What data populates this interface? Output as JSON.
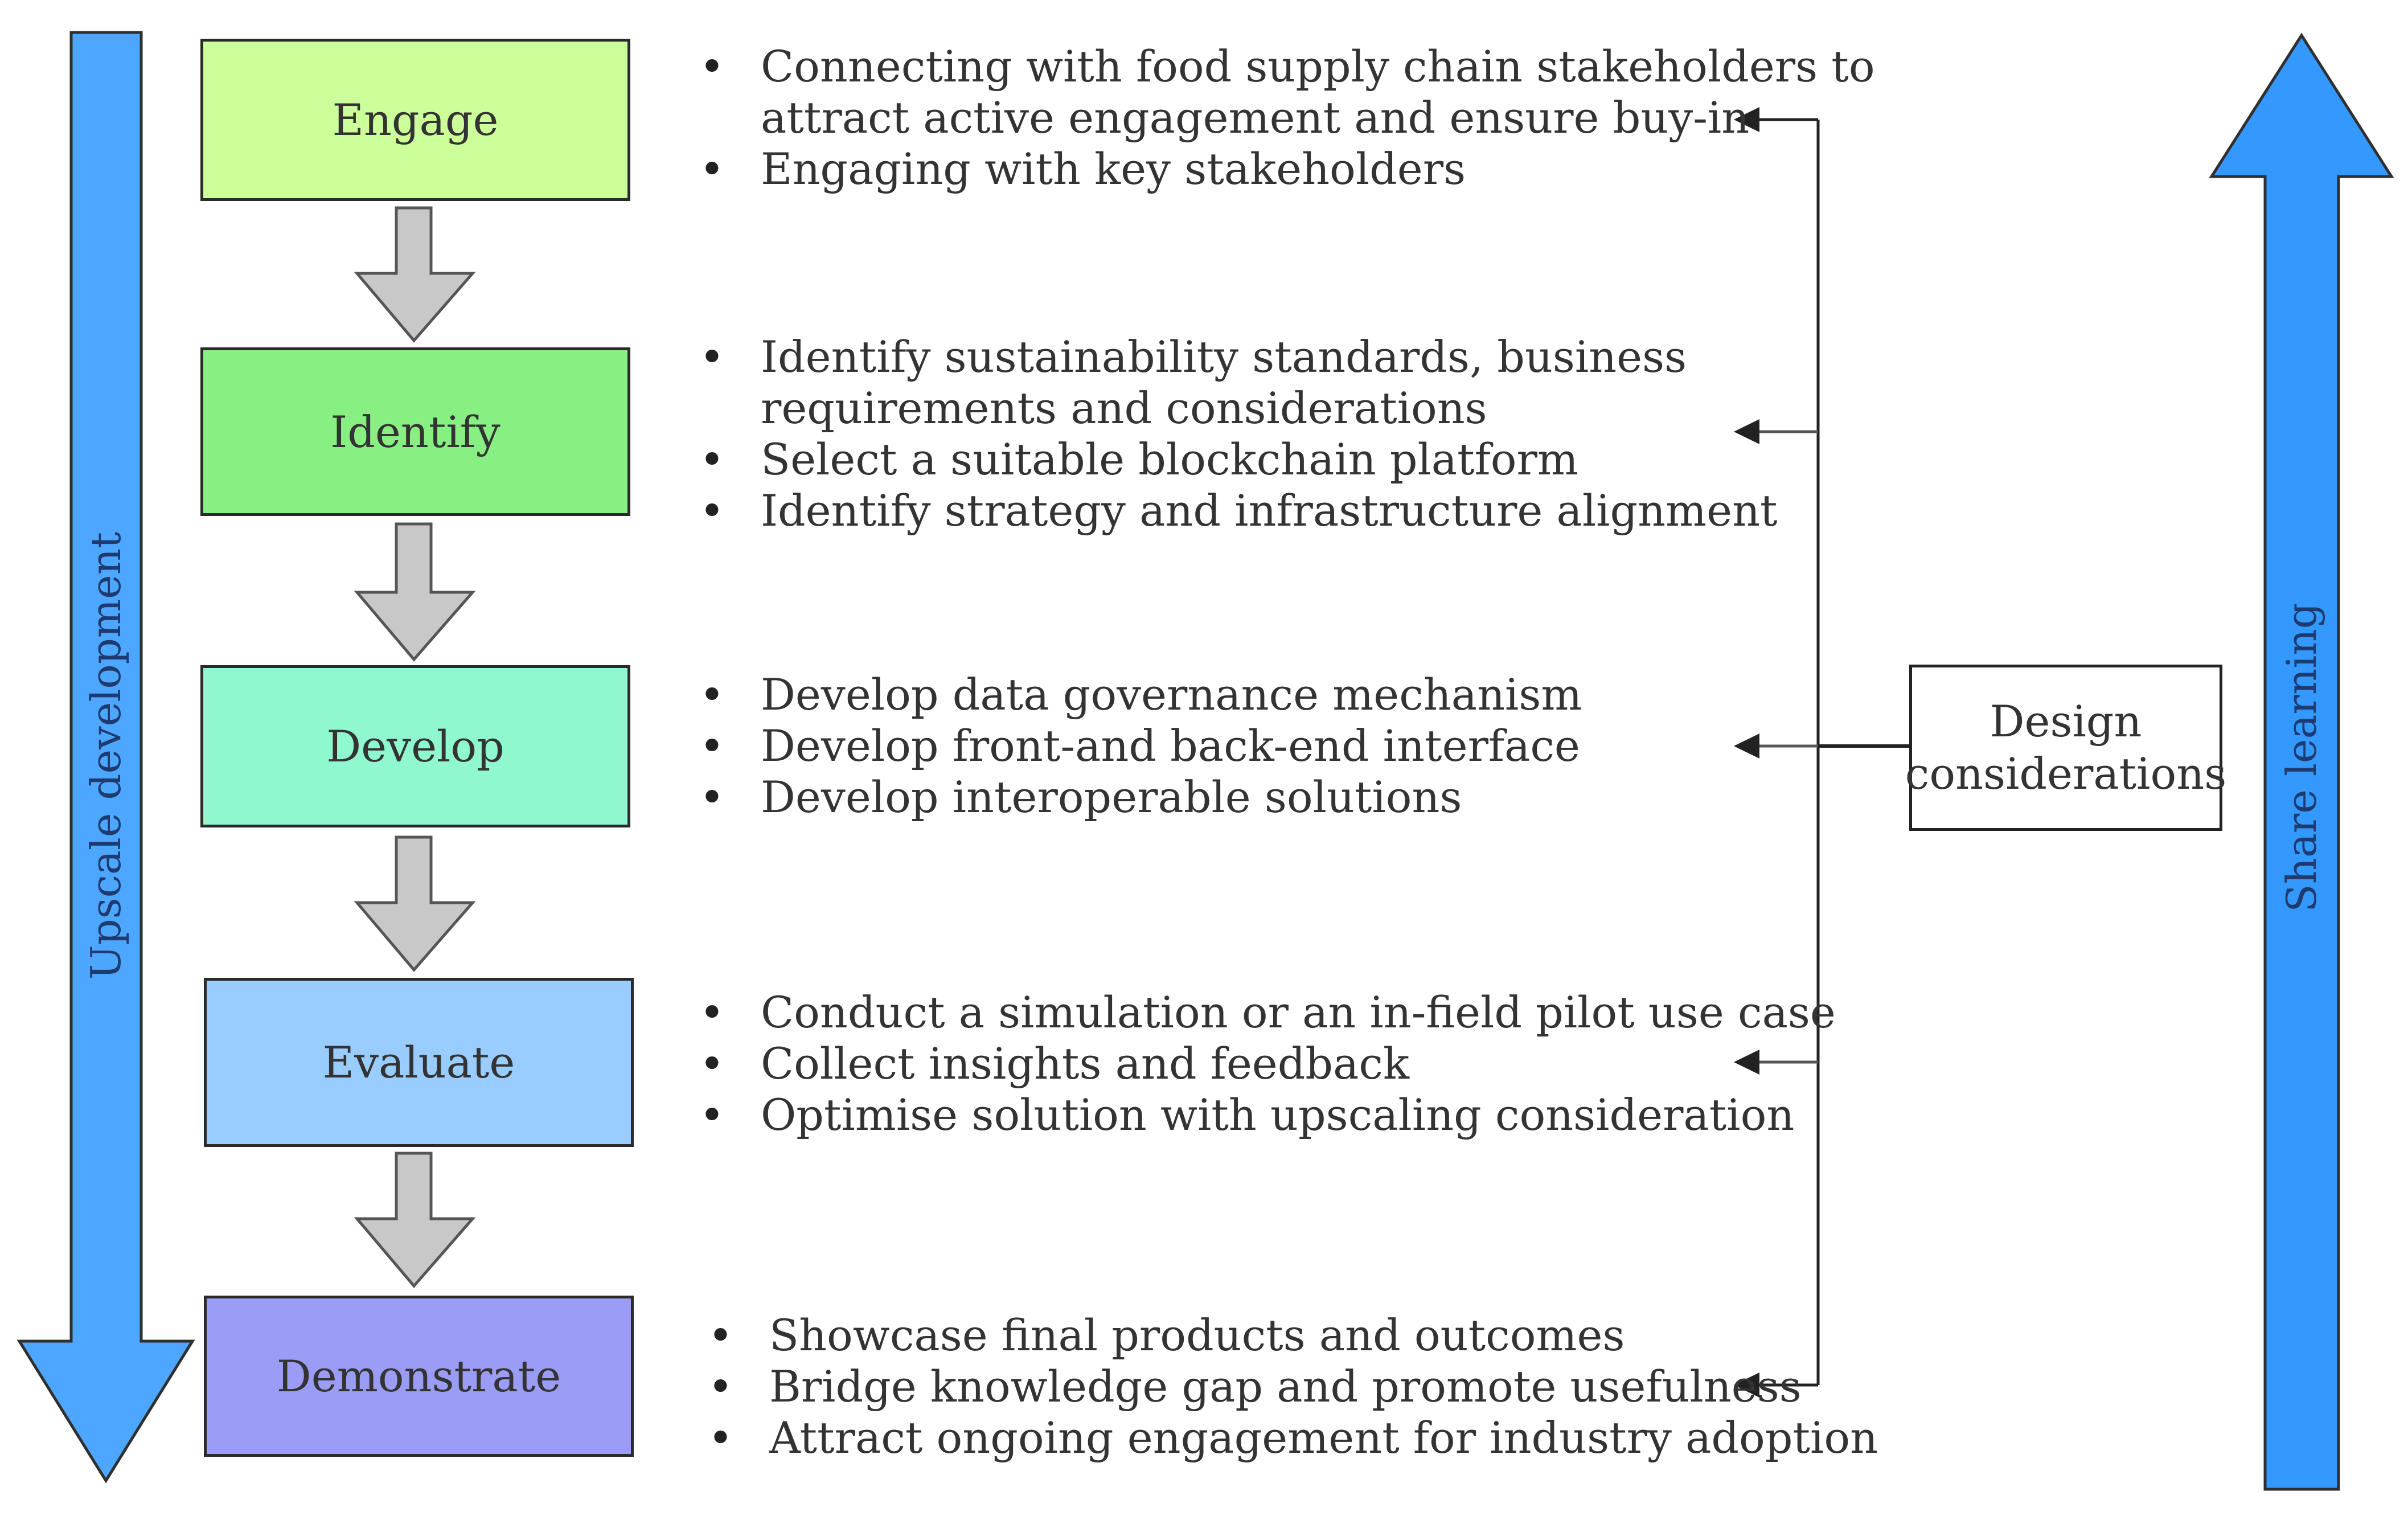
{
  "stages": [
    {
      "label": "Engage",
      "color": "#ccff99",
      "bullets": [
        "Connecting with food supply chain stakeholders to",
        "attract active engagement and ensure buy-in",
        "Engaging with key stakeholders"
      ]
    },
    {
      "label": "Identify",
      "color": "#88f083",
      "bullets": [
        "Identify sustainability standards, business",
        "requirements and considerations",
        "Select a suitable blockchain platform",
        "Identify strategy and infrastructure alignment"
      ]
    },
    {
      "label": "Develop",
      "color": "#8ff8cf",
      "bullets": [
        "Develop data governance mechanism",
        "Develop front-and back-end interface",
        "Develop interoperable solutions"
      ]
    },
    {
      "label": "Evaluate",
      "color": "#99ccff",
      "bullets": [
        "Conduct a simulation or an in-field pilot use case",
        "Collect insights and feedback",
        "Optimise solution with upscaling consideration"
      ]
    },
    {
      "label": "Demonstrate",
      "color": "#9a9cf5",
      "bullets": [
        "Showcase final products and outcomes",
        "Bridge knowledge gap and promote usefulness",
        "Attract ongoing engagement for industry adoption"
      ]
    }
  ],
  "design_considerations": {
    "line1": "Design",
    "line2": "considerations"
  },
  "left_arrow_label": "Upscale development",
  "right_arrow_label": "Share learning",
  "colors": {
    "left_arrow": "#4da6ff",
    "right_arrow": "#3399ff",
    "down_arrow": "#c8c8c8",
    "connector": "#222222"
  }
}
